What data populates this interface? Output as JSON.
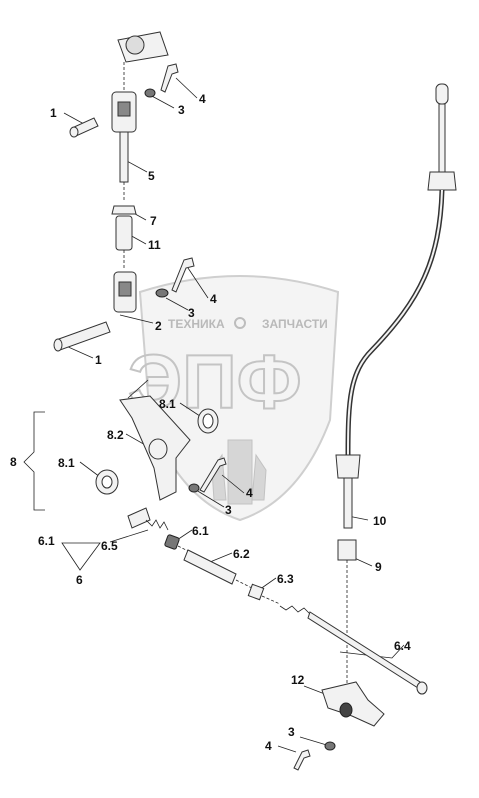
{
  "watermark": {
    "brand_left": "ТЕХНИКА",
    "brand_right": "ЗАПЧАСТИ",
    "logo": "ЭПФ"
  },
  "callouts": {
    "c1_top": "1",
    "c3_top": "3",
    "c4_top": "4",
    "c5": "5",
    "c7": "7",
    "c11": "11",
    "c4_mid": "4",
    "c3_mid": "3",
    "c2": "2",
    "c1_mid": "1",
    "c8": "8",
    "c8_1a": "8.1",
    "c8_2": "8.2",
    "c8_1b": "8.1",
    "c4_low": "4",
    "c3_low": "3",
    "c10": "10",
    "c9": "9",
    "c6_1_tri": "6.1",
    "c6_5": "6.5",
    "c6": "6",
    "c6_1": "6.1",
    "c6_2": "6.2",
    "c6_3": "6.3",
    "c6_4": "6.4",
    "c12": "12",
    "c3_bot": "3",
    "c4_bot": "4"
  }
}
